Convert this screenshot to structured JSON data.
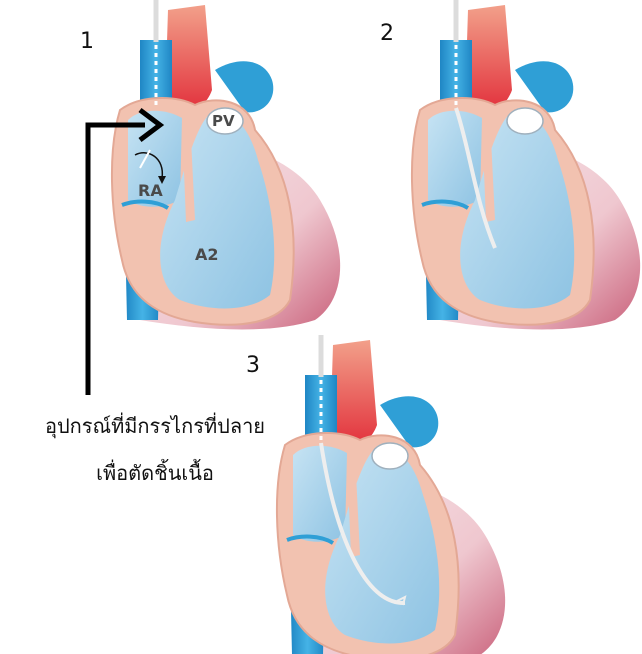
{
  "panels": [
    {
      "number": "1",
      "labels": {
        "ra": "RA",
        "pv": "PV",
        "a2": "A2"
      }
    },
    {
      "number": "2"
    },
    {
      "number": "3"
    }
  ],
  "caption": {
    "line1": "อุปกรณ์ที่มีกรรไกรที่ปลาย",
    "line2": "เพื่อตัดชิ้นเนื้อ"
  },
  "colors": {
    "vein": "#2f9fd6",
    "chamber": "#a9d3ec",
    "wall": "#f2c2b0",
    "outer": "#e6b2bd",
    "artery": "#e2434a",
    "catheter": "#f2f2f2",
    "arrow": "#000000"
  }
}
